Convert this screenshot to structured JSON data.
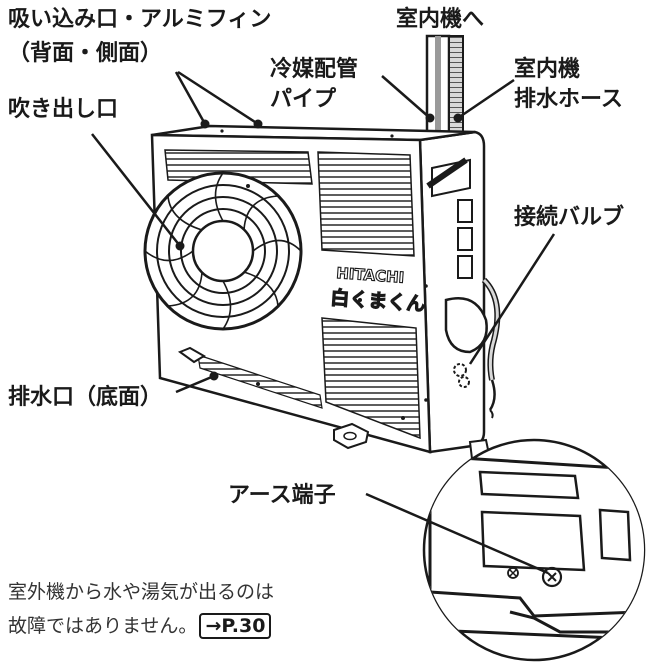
{
  "labels": {
    "intake_title": "吸い込み口・アルミフィン",
    "intake_sub": "（背面・側面）",
    "outlet": "吹き出し口",
    "to_indoor": "室内機へ",
    "refrigerant_1": "冷媒配管",
    "refrigerant_2": "パイプ",
    "drain_hose_1": "室内機",
    "drain_hose_2": "排水ホース",
    "valve": "接続バルブ",
    "drain_port": "排水口（底面）",
    "earth": "アース端子"
  },
  "brand": {
    "line1": "HITACHI",
    "line2": "白くまくん"
  },
  "note": {
    "line1": "室外機から水や湯気が出るのは",
    "line2": "故障ではありません。",
    "ref": "→P.30"
  },
  "colors": {
    "line": "#1a1a1a",
    "unit_fill": "#ffffff",
    "pipe_gray": "#9a9a9a",
    "zoom_fill": "#f2f2f2"
  }
}
